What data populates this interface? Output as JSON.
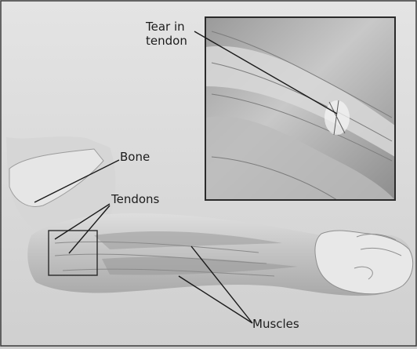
{
  "labels": {
    "tear": [
      "Tear in",
      "tendon"
    ],
    "bone": "Bone",
    "tendons": "Tendons",
    "muscles": "Muscles"
  },
  "colors": {
    "background": "#dcdcdc",
    "panel_border": "#2a2a2a",
    "line": "#1a1a1a",
    "text": "#1c1c1c",
    "skin": "#d2d2d2",
    "muscle": "#b4b4b4"
  }
}
